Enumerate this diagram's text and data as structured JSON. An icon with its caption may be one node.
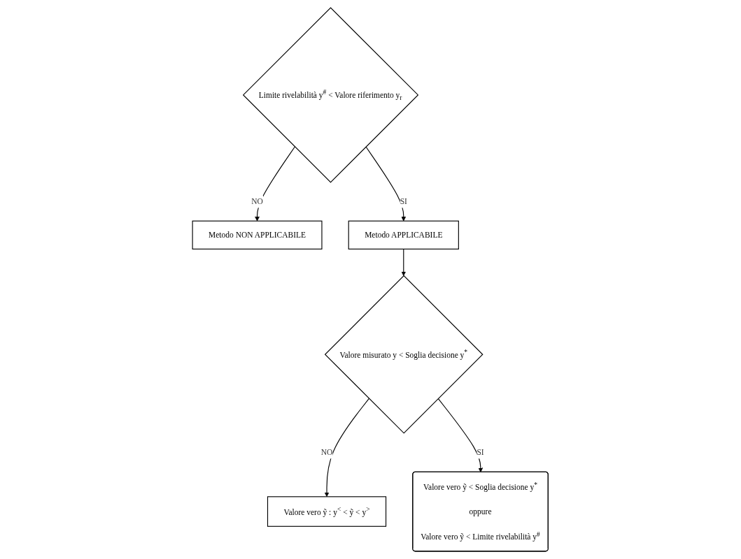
{
  "diagram": {
    "nodes": [
      {
        "text": [
          "Limite rivelabilità y$^{#}$ < Valore riferimento y$_{r}$"
        ]
      },
      {
        "text": [
          "Metodo NON APPLICABILE"
        ]
      },
      {
        "text": [
          "Metodo APPLICABILE"
        ]
      },
      {
        "text": [
          "Valore misurato y < Soglia decisione y$^{*}$"
        ]
      },
      {
        "text": [
          "Valore vero ỹ : y$^{<}$ < ỹ < y$^{>}$"
        ]
      },
      {
        "text": [
          "Valore vero ỹ < Soglia decisione y$^{*}$",
          "oppure",
          "Valore vero ỹ < Limite rivelabilità y$^{#}$"
        ]
      }
    ],
    "edges": [
      {
        "from": 0,
        "to": 1,
        "arrow": "to",
        "label": "NO"
      },
      {
        "from": 0,
        "to": 2,
        "arrow": "to",
        "label": "SI"
      },
      {
        "from": 2,
        "to": 3,
        "arrow": "to"
      },
      {
        "from": 3,
        "to": 4,
        "arrow": "to",
        "label": "NO"
      },
      {
        "from": 3,
        "to": 5,
        "arrow": "to",
        "label": "SI"
      }
    ]
  }
}
